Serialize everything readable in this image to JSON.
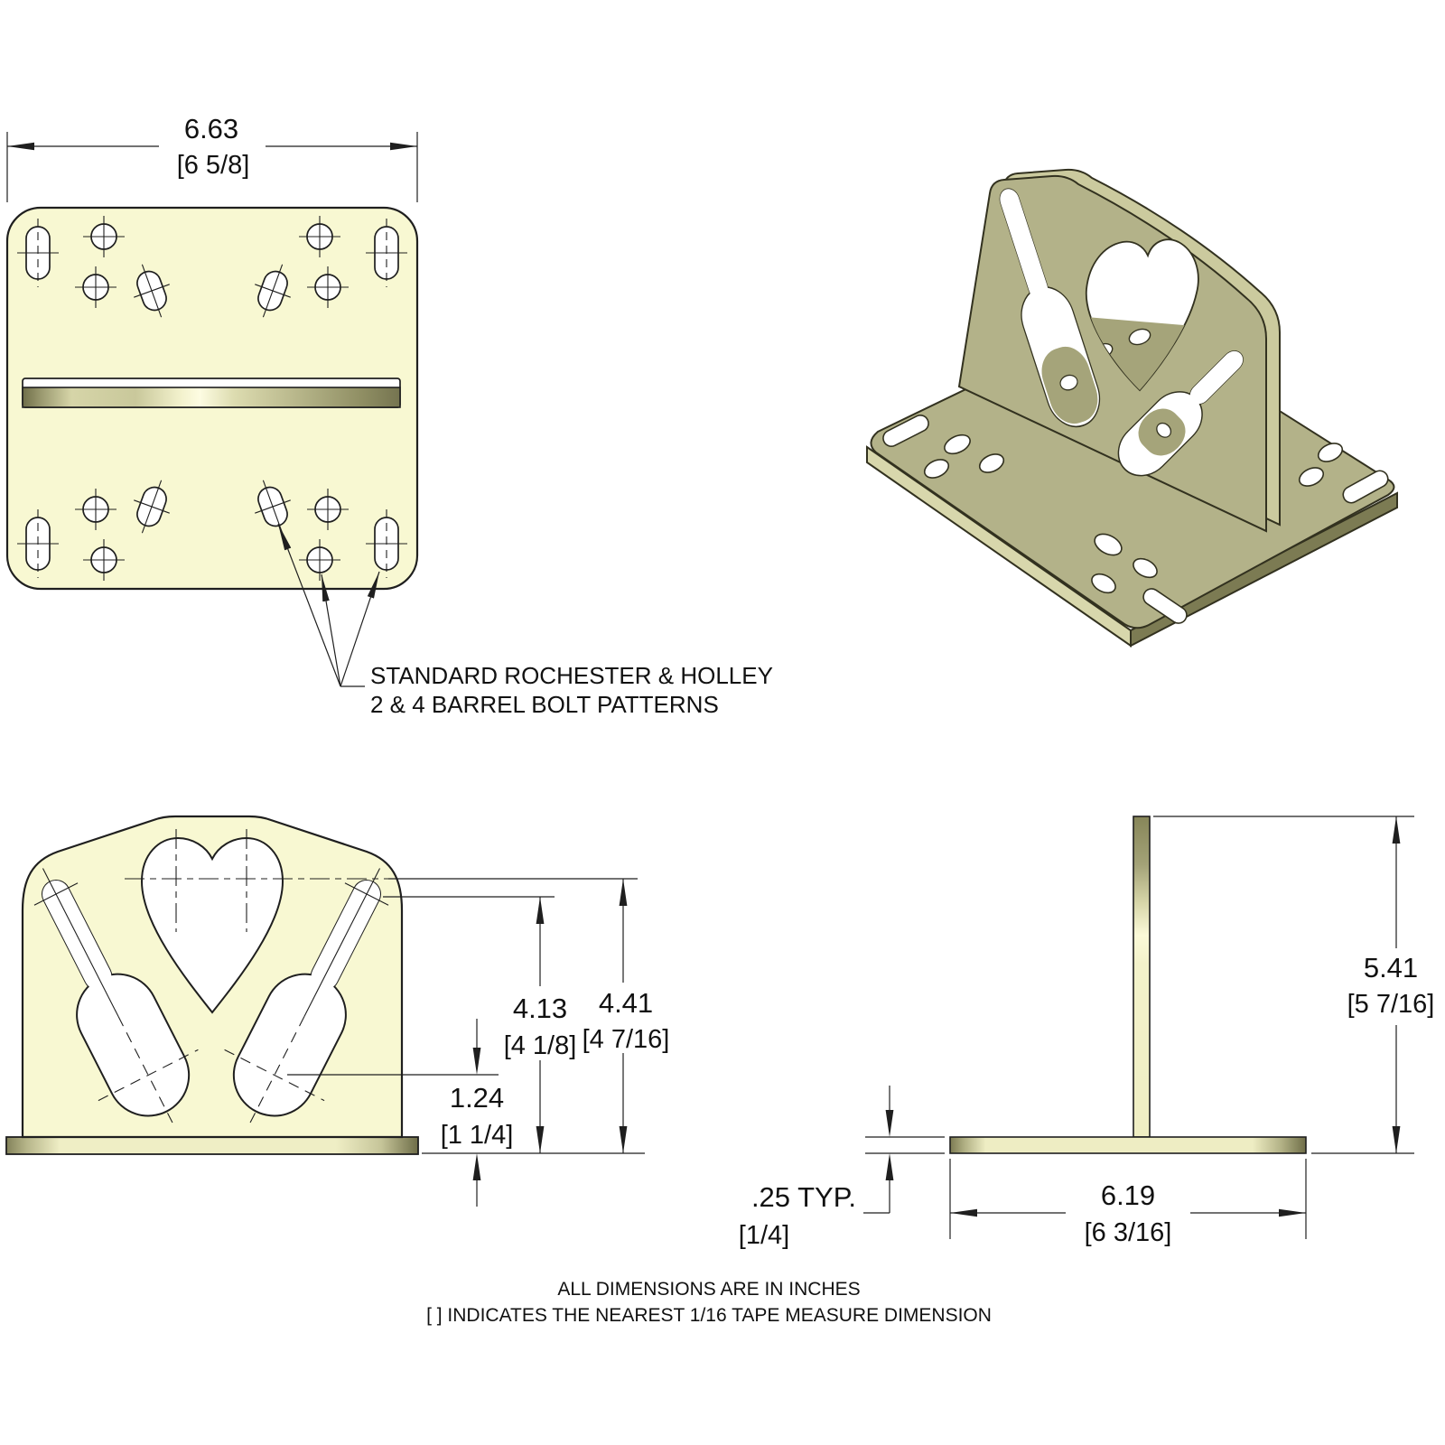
{
  "colors": {
    "cream": "#f8f8d2",
    "olive_face": "#b3b289",
    "olive_back": "#cbca9e",
    "olive_side_light": "#d8d7ac",
    "olive_side_dark": "#7c7b53",
    "olive_seen_through": "#a5a47a",
    "line": "#1f1f1f"
  },
  "top_view": {
    "width_value": "6.63",
    "width_tape": "[6 5/8]",
    "callout_line1": "STANDARD ROCHESTER & HOLLEY",
    "callout_line2": "2 & 4 BARREL BOLT PATTERNS"
  },
  "front_view": {
    "slot_top_value": "4.13",
    "slot_top_tape": "[4 1/8]",
    "heart_value": "4.41",
    "heart_tape": "[4 7/16]",
    "slot_bottom_value": "1.24",
    "slot_bottom_tape": "[1 1/4]"
  },
  "side_view": {
    "height_value": "5.41",
    "height_tape": "[5 7/16]",
    "thickness_value": ".25 TYP.",
    "thickness_tape": "[1/4]",
    "width_value": "6.19",
    "width_tape": "[6 3/16]"
  },
  "notes": {
    "line1": "ALL DIMENSIONS ARE IN INCHES",
    "line2": "[ ] INDICATES THE NEAREST 1/16 TAPE MEASURE DIMENSION"
  }
}
